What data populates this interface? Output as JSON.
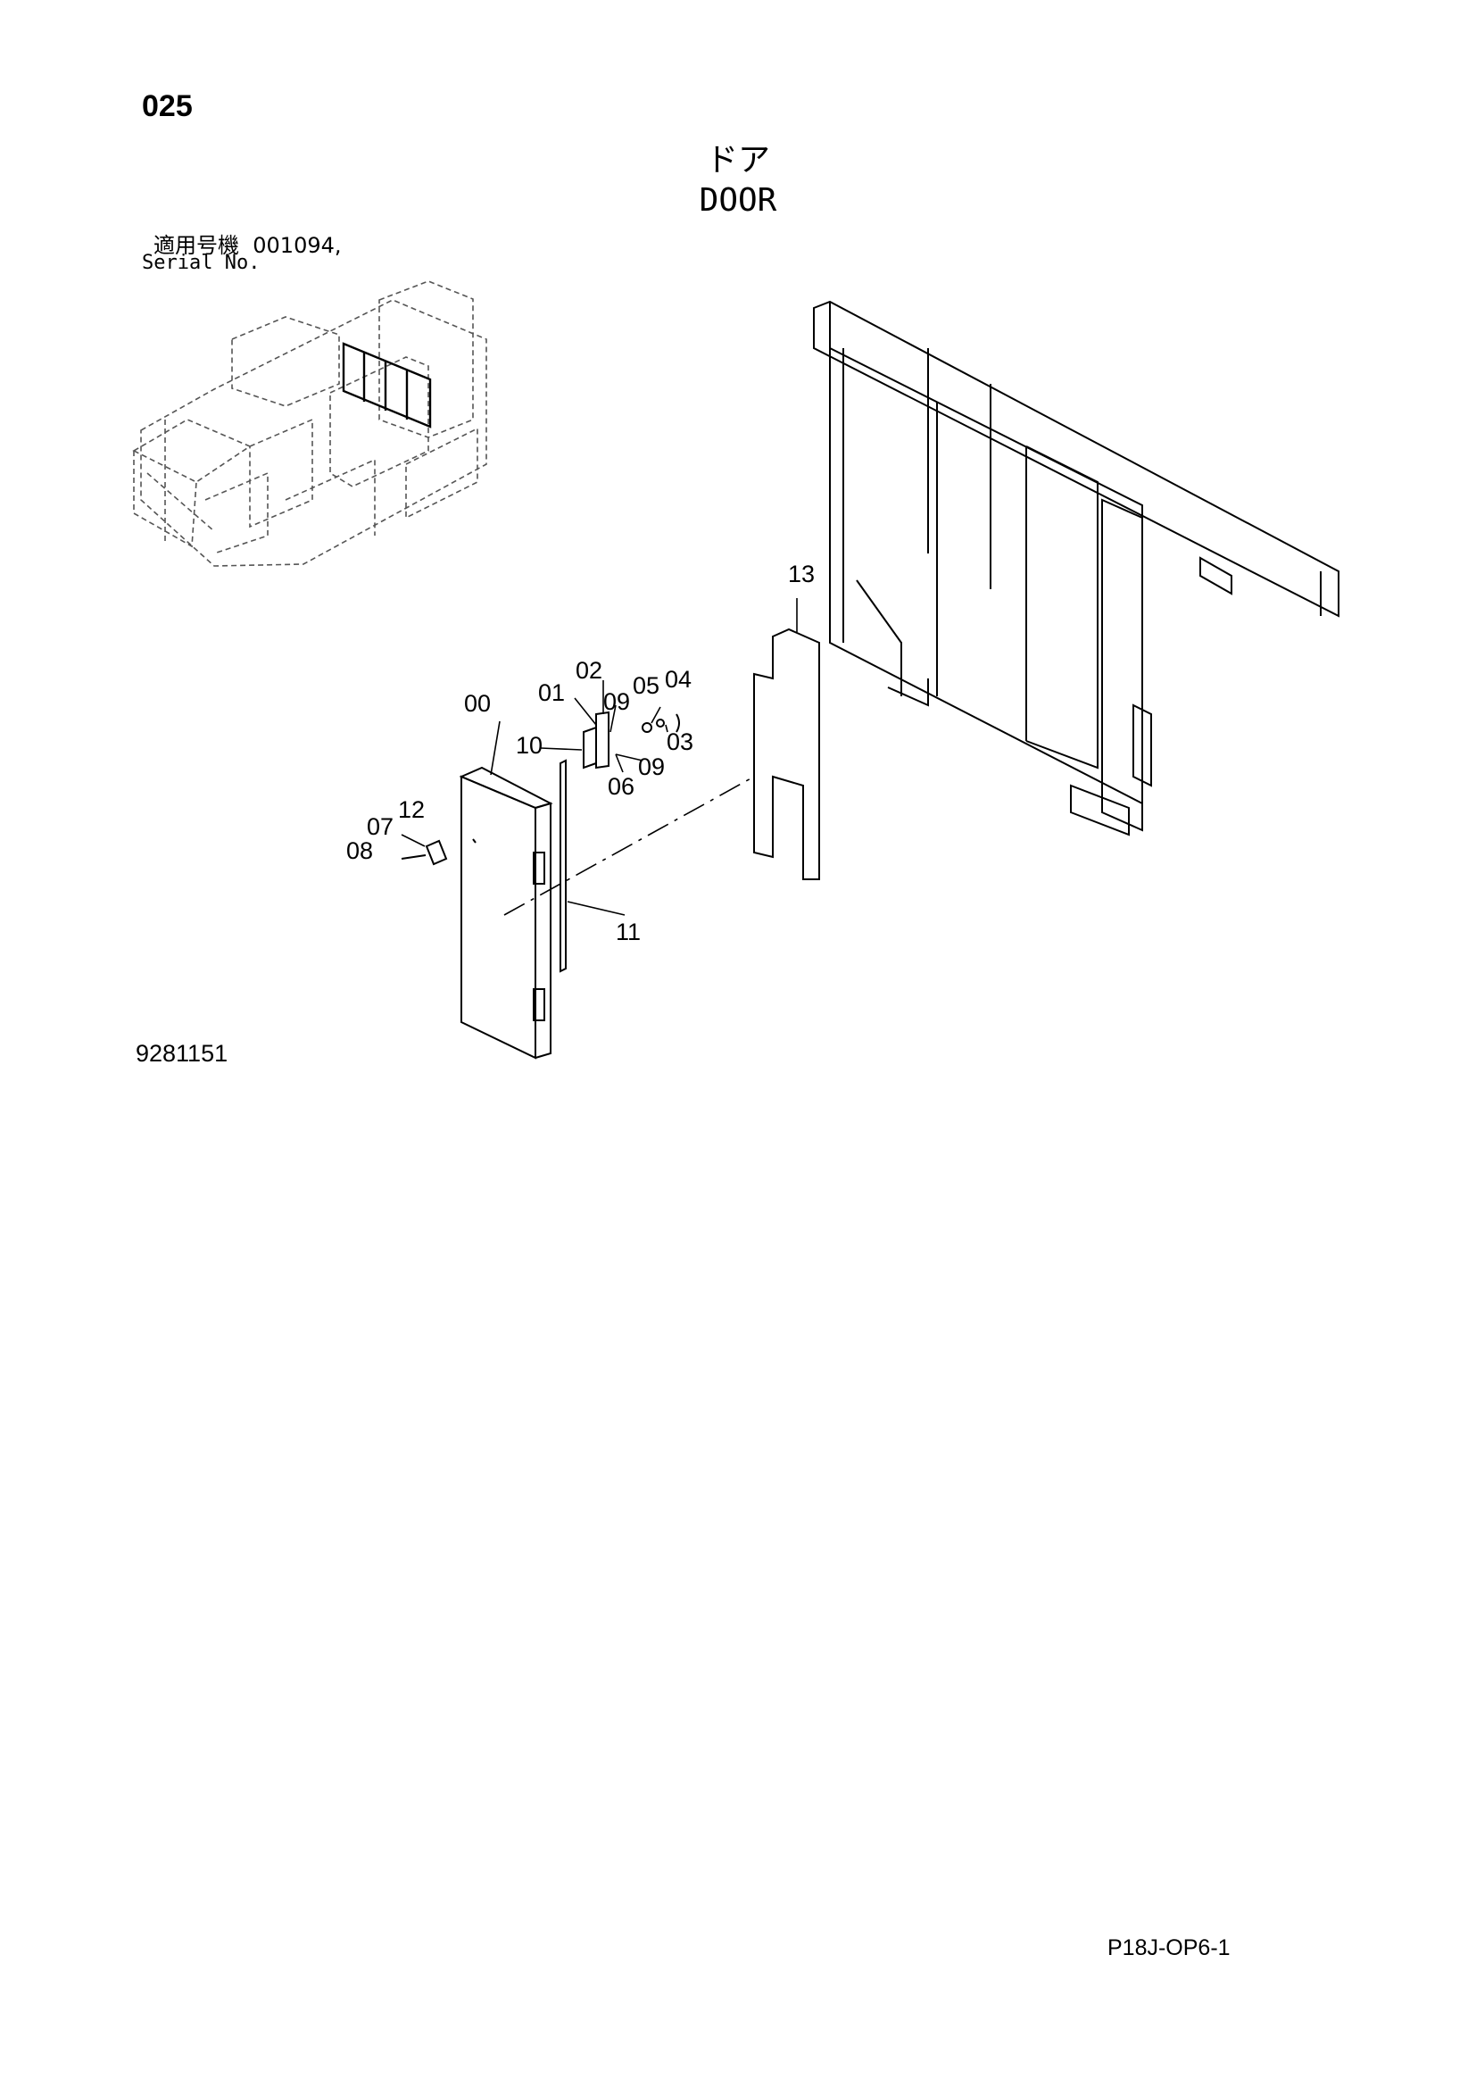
{
  "page": {
    "number": "025",
    "title_jp": "ドア",
    "title_en": "DOOR",
    "serial_label_jp": "適用号機",
    "serial_value": "001094,",
    "serial_label_en": "Serial No.",
    "diagram_code": "9281151",
    "page_code": "P18J-OP6-1"
  },
  "callouts": {
    "c00": "00",
    "c01": "01",
    "c02": "02",
    "c03": "03",
    "c04": "04",
    "c05": "05",
    "c06": "06",
    "c07": "07",
    "c08": "08",
    "c09a": "09",
    "c09b": "09",
    "c10": "10",
    "c11": "11",
    "c12": "12",
    "c13": "13"
  }
}
